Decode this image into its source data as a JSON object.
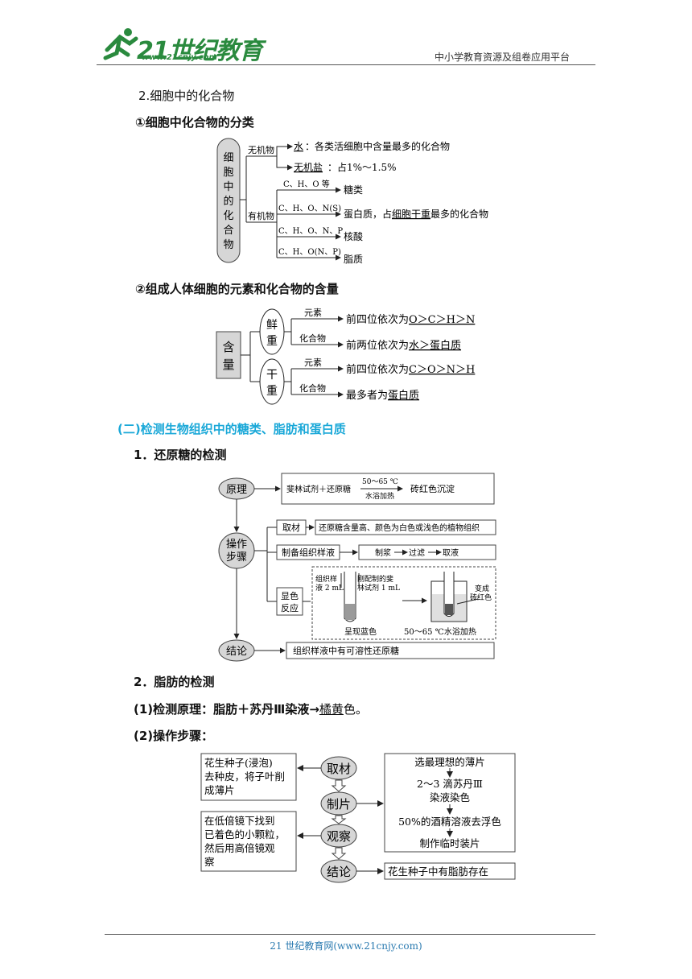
{
  "header": {
    "logo_text": "21世纪教育",
    "logo_url": "www.21cnjy.com",
    "right_text": "中小学教育资源及组卷应用平台"
  },
  "sec2": {
    "title": "2.细胞中的化合物",
    "sub1": "①细胞中化合物的分类",
    "sub2": "②组成人体细胞的元素和化合物的含量"
  },
  "d1": {
    "root": [
      "细",
      "胞",
      "中",
      "的",
      "化",
      "合",
      "物"
    ],
    "inorganic": "无机物",
    "organic": "有机物",
    "water_a": "水",
    "water_b": "：各类活细胞中含量最多的化合物",
    "salt_a": "无机盐",
    "salt_b": "：占1%～1.5%",
    "c1": "C、H、O 等",
    "r1": "糖类",
    "c2": "C、H、O、N(S)",
    "r2_a": "蛋白质，占",
    "r2_b": "细胞干重",
    "r2_c": "最多的化合物",
    "c3": "C、H、O、N、P",
    "r3": "核酸",
    "c4": "C、H、O(N、P)",
    "r4": "脂质"
  },
  "d2": {
    "root": [
      "含",
      "量"
    ],
    "fresh": [
      "鲜",
      "重"
    ],
    "dry": [
      "干",
      "重"
    ],
    "elem": "元素",
    "comp": "化合物",
    "f1_a": "前四位依次为",
    "f1_b": "O＞C＞H＞N",
    "f2_a": "前两位依次为",
    "f2_b": "水＞蛋白质",
    "d1_a": "前四位依次为",
    "d1_b": "C＞O＞N＞H",
    "d2_a": "最多者为",
    "d2_b": "蛋白质"
  },
  "sec_b": {
    "title": "(二)检测生物组织中的糖类、脂肪和蛋白质",
    "s1": "1．还原糖的检测",
    "s2": "2．脂肪的检测",
    "s2_p1_a": "(1)检测原理：脂肪＋苏丹Ⅲ染液→",
    "s2_p1_b": "橘黄",
    "s2_p1_c": "色。",
    "s2_p2": "(2)操作步骤："
  },
  "d3": {
    "principle": "原理",
    "p_text1": "斐林试剂＋还原糖",
    "p_cond_top": "50～65 ℃",
    "p_cond_bot": "水浴加热",
    "p_result": "砖红色沉淀",
    "op": [
      "操作",
      "步骤"
    ],
    "take": "取材",
    "take_text": "还原糖含量高、颜色为白色或浅色的植物组织",
    "prep": "制备组织样液",
    "prep_a": "制浆",
    "prep_b": "过滤",
    "prep_c": "取液",
    "color": [
      "显色",
      "反应"
    ],
    "tube_l1": [
      "组织样",
      "液 2 mL"
    ],
    "tube_l2": [
      "刚配制的斐",
      "林试剂 1 mL"
    ],
    "blue": "呈现蓝色",
    "heat": "50～65 ℃水浴加热",
    "change": [
      "变成",
      "砖红色"
    ],
    "concl": "结论",
    "concl_text": "组织样液中有可溶性还原糖"
  },
  "d4": {
    "s1": "取材",
    "s2": "制片",
    "s3": "观察",
    "s4": "结论",
    "left1": [
      "花生种子(浸泡)",
      "去种皮，将子叶削",
      "成薄片"
    ],
    "left2": [
      "在低倍镜下找到",
      "已着色的小颗粒，",
      "然后用高倍镜观",
      "察"
    ],
    "right1": [
      "选最理想的薄片",
      "2～3 滴苏丹Ⅲ",
      "染液染色",
      "50%的酒精溶液去浮色",
      "制作临时装片"
    ],
    "right2": "花生种子中有脂肪存在"
  },
  "footer": {
    "text": "21 世纪教育网(www.21cnjy.com)"
  }
}
